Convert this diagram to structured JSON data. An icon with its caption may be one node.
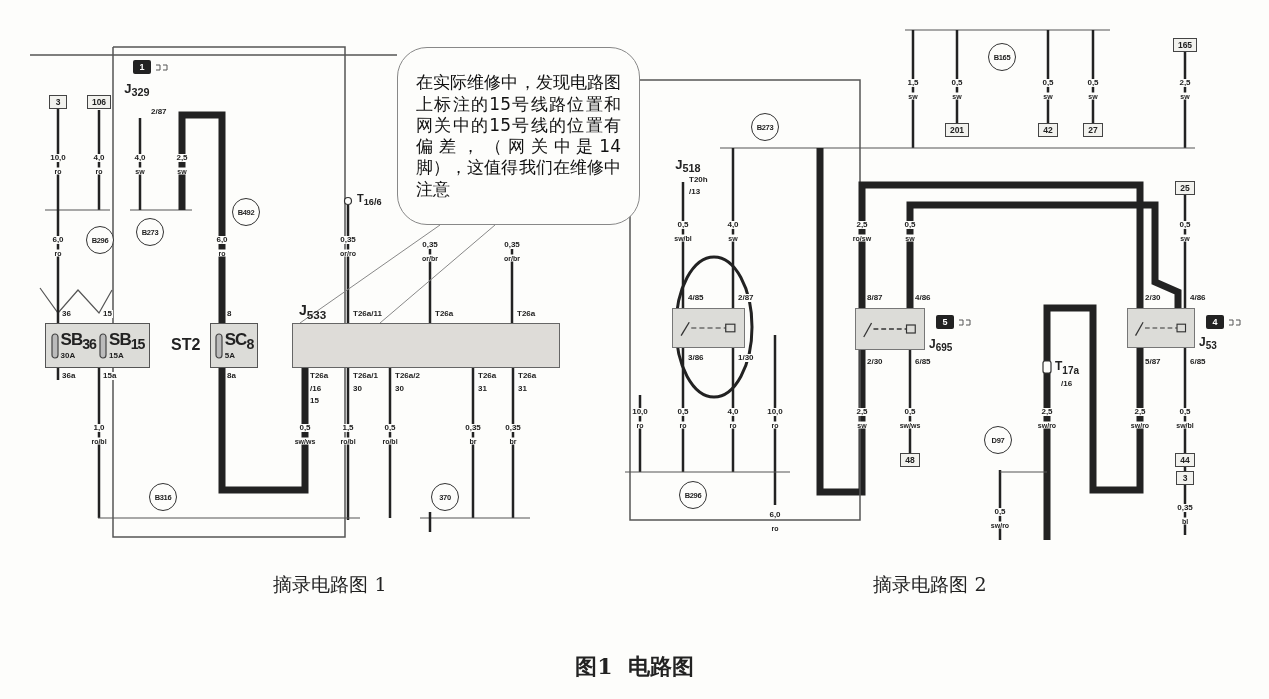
{
  "diagram": {
    "title": "图1  电路图",
    "nodes": [
      {
        "text": [
          "SB$_{36}$",
          "30A",
          "SB$_{15}$",
          "15A"
        ]
      },
      {
        "text": [
          "SC$_{8}$",
          "5A"
        ],
        "beside": [
          "ST2"
        ]
      },
      {
        "text": [
          "J$_{533}$"
        ]
      },
      {
        "text": [
          "在实际维修中，发现电路图上标注的15号线路位置和网关中的15号线的位置有偏差，（网关中是14脚），这值得我们在维修中注意"
        ]
      },
      {
        "text": [],
        "shape": "box"
      },
      {
        "text": [],
        "shape": "box",
        "beside": [
          "J$_{695}$"
        ]
      },
      {
        "text": [],
        "shape": "box",
        "beside": [
          "J$_{53}$"
        ]
      },
      {
        "text": [
          "B296"
        ]
      },
      {
        "text": [
          "B273"
        ]
      },
      {
        "text": [
          "B492"
        ]
      },
      {
        "text": [
          "B316"
        ]
      },
      {
        "text": [
          "370"
        ]
      },
      {
        "text": [
          "B273"
        ]
      },
      {
        "text": [
          "B165"
        ]
      },
      {
        "text": [
          "B296"
        ]
      },
      {
        "text": [
          "D97"
        ]
      },
      {
        "text": [
          "3"
        ]
      },
      {
        "text": [
          "106"
        ]
      },
      {
        "text": [
          "165"
        ]
      },
      {
        "text": [
          "201"
        ]
      },
      {
        "text": [
          "42"
        ]
      },
      {
        "text": [
          "27"
        ]
      },
      {
        "text": [
          "25"
        ]
      },
      {
        "text": [
          "48"
        ]
      },
      {
        "text": [
          "44"
        ]
      },
      {
        "text": [
          "3"
        ]
      },
      {
        "text": [
          "1"
        ]
      },
      {
        "text": [
          "5"
        ]
      },
      {
        "text": [
          "4"
        ]
      }
    ],
    "edges": [
      {
        "from": 3,
        "to": 2,
        "arrow": "none",
        "color": "#888888"
      },
      {
        "from": 3,
        "to": 2,
        "arrow": "none",
        "color": "#888888"
      },
      {
        "from": 5,
        "to": 6,
        "arrow": "none",
        "style": "thick"
      },
      {
        "from": 5,
        "to": 6,
        "arrow": "none",
        "style": "thick"
      },
      {
        "from": 22,
        "to": 6,
        "arrow": "none"
      },
      {
        "from": 6,
        "to": 24,
        "arrow": "none"
      },
      {
        "from": 5,
        "to": 23,
        "arrow": "none"
      },
      {
        "from": 1,
        "to": 2,
        "arrow": "none",
        "style": "thick"
      },
      {
        "from": 16,
        "to": 0,
        "arrow": "none"
      }
    ],
    "labels": [
      "J$_{329}$",
      "2/87",
      "10,0",
      "ro",
      "4,0",
      "ro",
      "4,0",
      "sw",
      "2,5",
      "sw",
      "6,0",
      "ro",
      "6,0",
      "ro",
      "36",
      "15",
      "8",
      "36a",
      "15a",
      "8a",
      "1,0",
      "ro/bl",
      "T$_{16/6}$",
      "0,35",
      "or/ro",
      "0,35",
      "or/br",
      "0,35",
      "or/br",
      "T26a/11",
      "T26a",
      "T26a",
      "T26a",
      "/16",
      "15",
      "0,5",
      "sw/ws",
      "T26a/1",
      "30",
      "1,5",
      "ro/bl",
      "T26a/2",
      "30",
      "0,5",
      "ro/bl",
      "T26a",
      "31",
      "0,35",
      "br",
      "T26a",
      "31",
      "0,35",
      "br",
      "1,5",
      "sw",
      "0,5",
      "sw",
      "0,5",
      "sw",
      "0,5",
      "sw",
      "2,5",
      "sw",
      "J$_{518}$",
      "T20h",
      "/13",
      "0,5",
      "sw/bl",
      "4,0",
      "sw",
      "4/85",
      "2/87",
      "3/86",
      "1/30",
      "10,0",
      "ro",
      "0,5",
      "ro",
      "4,0",
      "ro",
      "10,0",
      "ro",
      "6,0",
      "ro",
      "2,5",
      "ro/sw",
      "0,5",
      "sw",
      "8/87",
      "4/86",
      "2/30",
      "6/85",
      "2,5",
      "sw",
      "0,5",
      "sw/ws",
      "0,5",
      "sw",
      "2/30",
      "4/86",
      "5/87",
      "6/85",
      "T$_{17a}$",
      "/16",
      "2,5",
      "sw/ro",
      "2,5",
      "sw/ro",
      "0,5",
      "sw/bl",
      "0,5",
      "sw/ro",
      "0,35",
      "bl",
      "摘录电路图 1",
      "摘录电路图 2"
    ]
  }
}
